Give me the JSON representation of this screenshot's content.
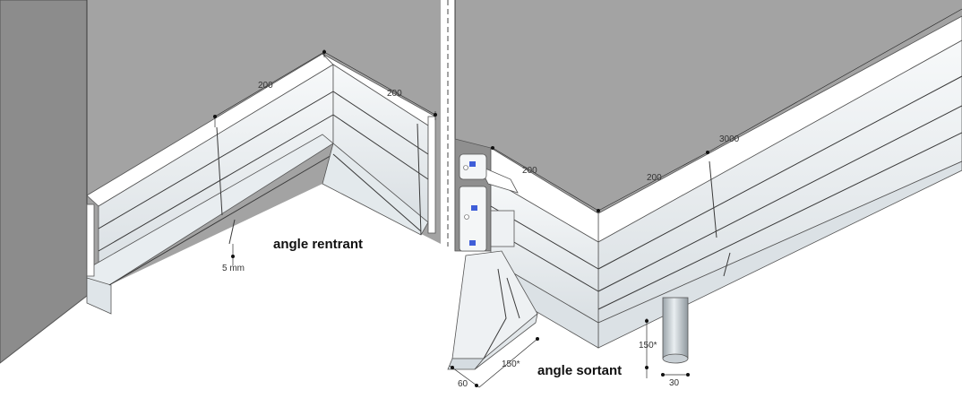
{
  "dimensions": {
    "left_top_1": "200",
    "left_top_2": "200",
    "gap": "5 mm",
    "right_top_1": "200",
    "right_top_2": "200",
    "right_top_3": "3000",
    "outlet_length": "150*",
    "outlet_width": "60",
    "drop_height": "150*",
    "pipe_diameter": "30"
  },
  "captions": {
    "inner_corner": "angle rentrant",
    "outer_corner": "angle sortant"
  },
  "colors": {
    "wall": "#a3a3a3",
    "wall_dark": "#8c8c8c",
    "gutter": "#f1f4f6",
    "gutter_shade": "#dbe1e5",
    "gutter_deep": "#c7cfd5",
    "clip_blue": "#3f5ed8"
  }
}
